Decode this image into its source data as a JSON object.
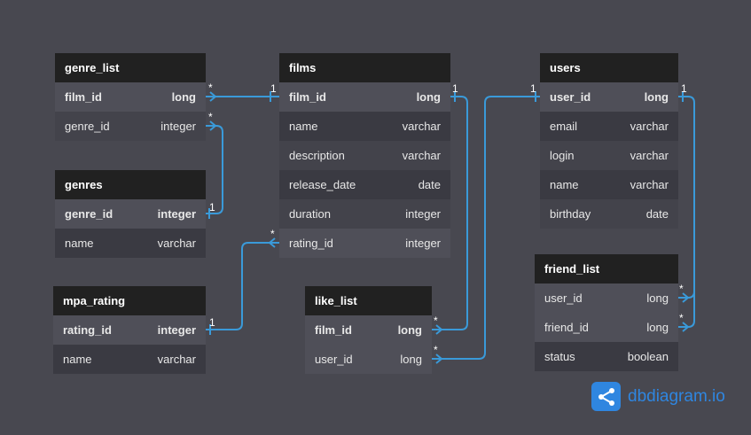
{
  "tables": {
    "genre_list": {
      "title": "genre_list",
      "rows": [
        {
          "name": "film_id",
          "type": "long"
        },
        {
          "name": "genre_id",
          "type": "integer"
        }
      ]
    },
    "genres": {
      "title": "genres",
      "rows": [
        {
          "name": "genre_id",
          "type": "integer"
        },
        {
          "name": "name",
          "type": "varchar"
        }
      ]
    },
    "mpa_rating": {
      "title": "mpa_rating",
      "rows": [
        {
          "name": "rating_id",
          "type": "integer"
        },
        {
          "name": "name",
          "type": "varchar"
        }
      ]
    },
    "films": {
      "title": "films",
      "rows": [
        {
          "name": "film_id",
          "type": "long"
        },
        {
          "name": "name",
          "type": "varchar"
        },
        {
          "name": "description",
          "type": "varchar"
        },
        {
          "name": "release_date",
          "type": "date"
        },
        {
          "name": "duration",
          "type": "integer"
        },
        {
          "name": "rating_id",
          "type": "integer"
        }
      ]
    },
    "like_list": {
      "title": "like_list",
      "rows": [
        {
          "name": "film_id",
          "type": "long"
        },
        {
          "name": "user_id",
          "type": "long"
        }
      ]
    },
    "users": {
      "title": "users",
      "rows": [
        {
          "name": "user_id",
          "type": "long"
        },
        {
          "name": "email",
          "type": "varchar"
        },
        {
          "name": "login",
          "type": "varchar"
        },
        {
          "name": "name",
          "type": "varchar"
        },
        {
          "name": "birthday",
          "type": "date"
        }
      ]
    },
    "friend_list": {
      "title": "friend_list",
      "rows": [
        {
          "name": "user_id",
          "type": "long"
        },
        {
          "name": "friend_id",
          "type": "long"
        },
        {
          "name": "status",
          "type": "boolean"
        }
      ]
    }
  },
  "cardinality": {
    "one": "1",
    "many": "*"
  },
  "colors": {
    "background": "#484850",
    "header": "#212121",
    "link": "#3a9ad9",
    "brand": "#2f86e0"
  },
  "brand": {
    "icon": "share-icon",
    "text": "dbdiagram.io"
  }
}
